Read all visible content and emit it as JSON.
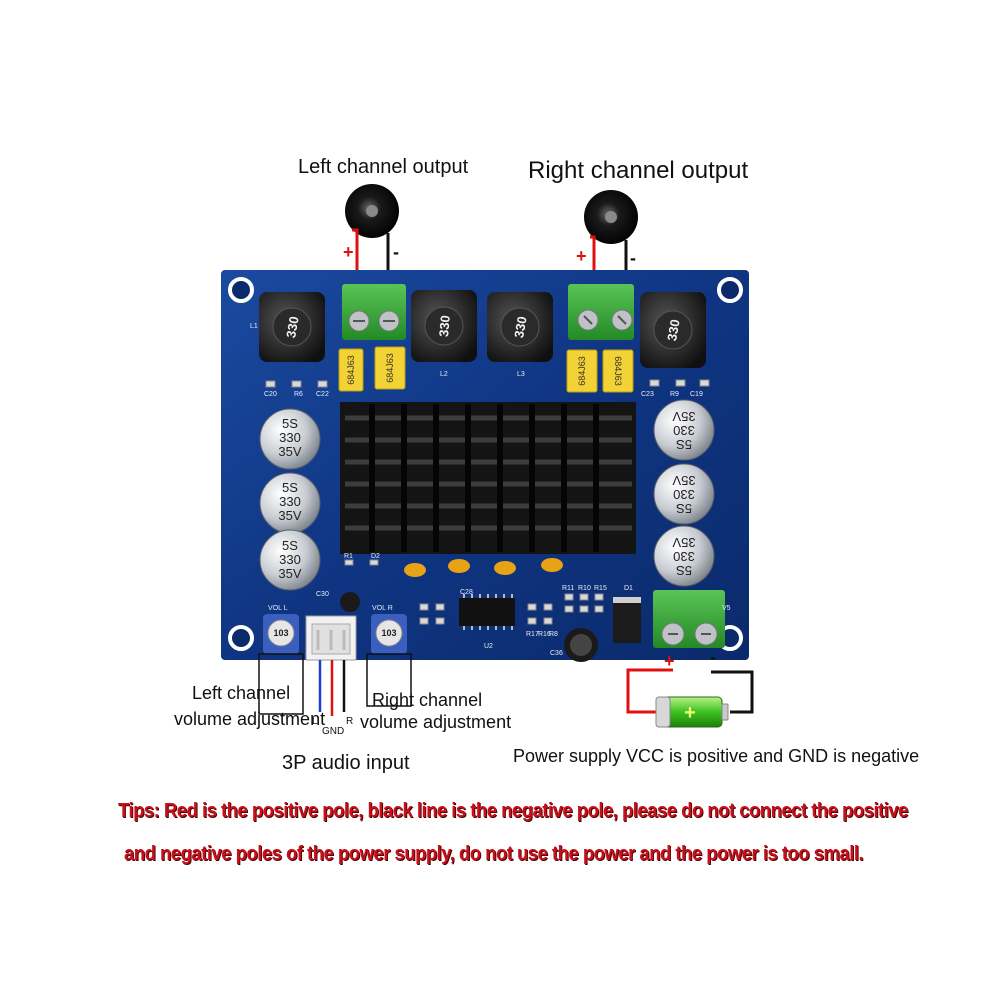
{
  "labels": {
    "left_output": "Left channel output",
    "right_output": "Right channel output",
    "left_volume_line1": "Left channel",
    "left_volume_line2": "volume adjustment",
    "right_volume_line1": "Right channel",
    "right_volume_line2": "volume adjustment",
    "audio_input": "3P audio input",
    "pin_l": "L",
    "pin_gnd": "GND",
    "pin_r": "R",
    "power_supply": "Power supply VCC is positive and GND is negative",
    "plus": "+",
    "minus": "-"
  },
  "board": {
    "inductor_marks": [
      "330",
      "330",
      "330",
      "330"
    ],
    "cap_film": [
      "684J63",
      "684J63",
      "684J63",
      "684J63"
    ],
    "cap_elec_left": [
      [
        "5S",
        "330",
        "35V"
      ],
      [
        "5S",
        "330",
        "35V"
      ],
      [
        "5S",
        "330",
        "35V"
      ]
    ],
    "cap_elec_right": [
      [
        "35V",
        "330",
        "5S"
      ],
      [
        "35V",
        "330",
        "5S"
      ],
      [
        "35V",
        "330",
        "5S"
      ]
    ],
    "silk": [
      "L1",
      "L2",
      "L3",
      "C20",
      "R6",
      "C22",
      "C23",
      "R9",
      "C19",
      "R1",
      "D2",
      "C30",
      "VOL L",
      "VOL R",
      "C28",
      "U2",
      "R11",
      "R10",
      "R15",
      "D1",
      "C36",
      "R17",
      "R16",
      "R8",
      "V5",
      "103",
      "103"
    ]
  },
  "tips": {
    "line1": "Tips: Red is the positive pole, black line is the negative pole, please do not connect the positive",
    "line2": "and negative poles of the power supply, do not use the power and the power is too small."
  },
  "colors": {
    "pcb": "#123a8a",
    "positive": "#e01010",
    "negative": "#111111",
    "terminal": "#3aa83a",
    "tips_text": "#c8101a"
  }
}
